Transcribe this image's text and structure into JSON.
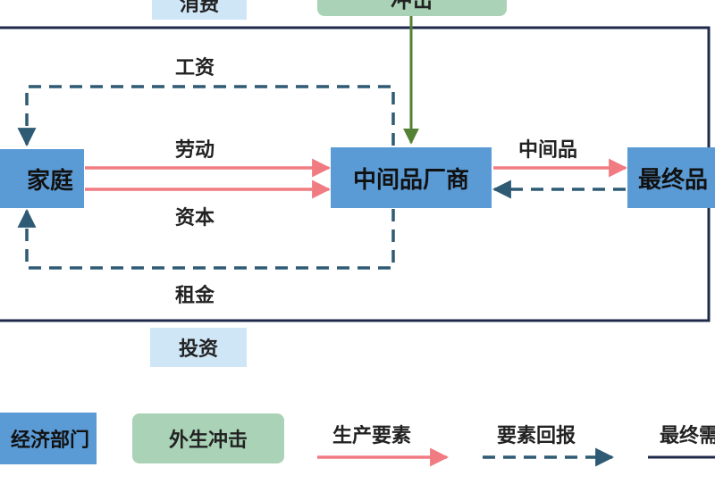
{
  "top_labels": {
    "consumption": "消费",
    "shock": "冲击"
  },
  "nodes": {
    "household": "家庭",
    "intermediate_firm": "中间品厂商",
    "final_firm": "最终品"
  },
  "flows": {
    "wage": "工资",
    "labor": "劳动",
    "capital": "资本",
    "rent": "租金",
    "intermediate_goods": "中间品"
  },
  "bottom_label": "投资",
  "legend": {
    "sector": "经济部门",
    "shock": "外生冲击",
    "factors": "生产要素",
    "returns": "要素回报",
    "final": "最终需"
  },
  "colors": {
    "node_blue": "#5b9bd5",
    "label_blue": "#cfe6f7",
    "shock_green": "#a9d2b6",
    "arrow_red": "#f07c82",
    "dashed_teal": "#2e5a74",
    "shock_arrow": "#548235",
    "frame": "#1f2a4a"
  }
}
